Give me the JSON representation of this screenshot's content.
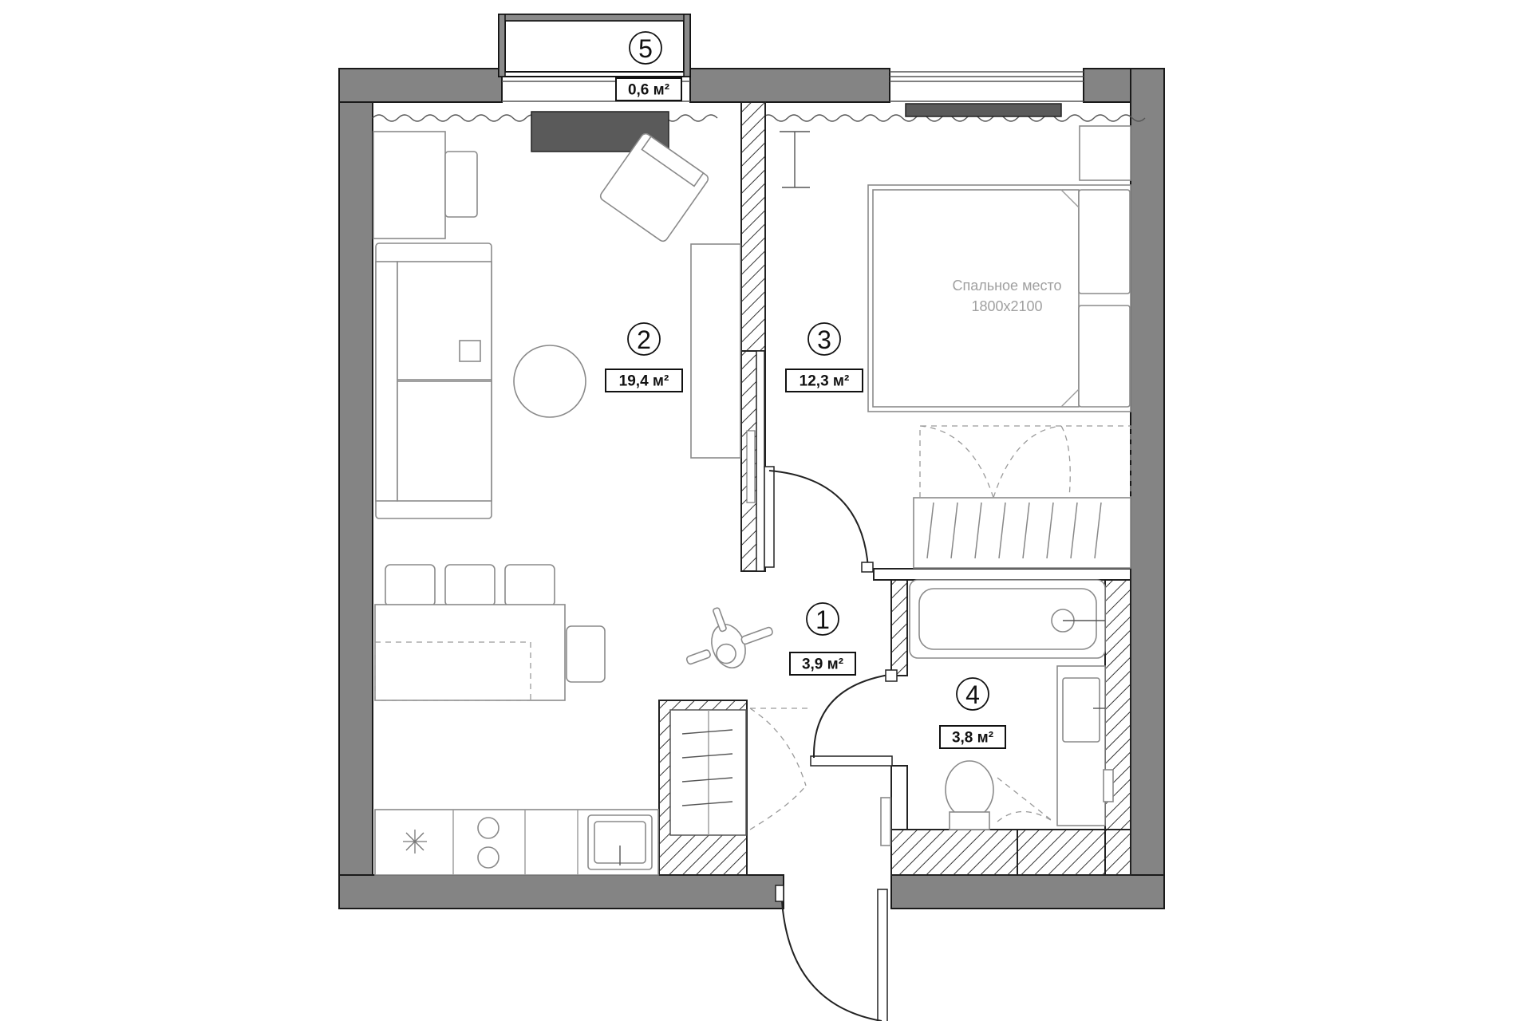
{
  "rooms": [
    {
      "number": "1",
      "area": "3,9 м²"
    },
    {
      "number": "2",
      "area": "19,4 м²"
    },
    {
      "number": "3",
      "area": "12,3 м²"
    },
    {
      "number": "4",
      "area": "3,8 м²"
    },
    {
      "number": "5",
      "area": "0,6 м²"
    }
  ],
  "bed": {
    "label": "Спальное место",
    "size": "1800x2100"
  }
}
